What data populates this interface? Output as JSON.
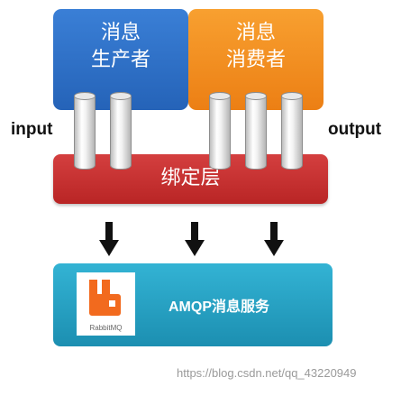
{
  "producer": {
    "label": "消息\n生产者",
    "color": "#2563b8"
  },
  "consumer": {
    "label": "消息\n消费者",
    "color": "#ec7f14"
  },
  "binding_layer": {
    "label": "绑定层",
    "color": "#c62f2f"
  },
  "side_labels": {
    "input": "input",
    "output": "output"
  },
  "amqp_service": {
    "label": "AMQP消息服务",
    "color": "#1c8fb1"
  },
  "logo": {
    "caption": "RabbitMQ",
    "icon": "rabbitmq-logo-icon",
    "color": "#f26a1e"
  },
  "icons": {
    "arrow": "arrow-down-icon",
    "pipe": "cylinder-pipe-icon"
  },
  "watermark": {
    "url": "https://blog.csdn.net/qq_43220949"
  }
}
